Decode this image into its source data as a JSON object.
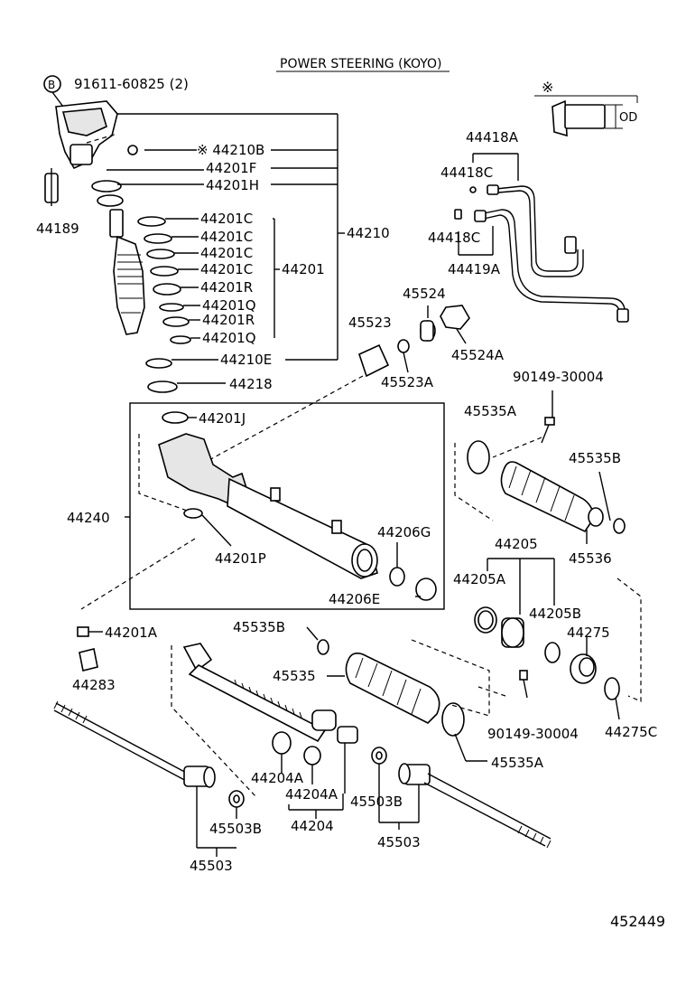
{
  "title": "POWER STEERING (KOYO)",
  "drawing_number": "452449",
  "note_symbol": "※",
  "od_label": "OD",
  "labels": {
    "p_91611": "91611-60825 (2)",
    "p_b_marker": "B",
    "p_44210B": "※ 44210B",
    "p_44201F": "44201F",
    "p_44201H": "44201H",
    "p_44189": "44189",
    "p_44201C_1": "44201C",
    "p_44201C_2": "44201C",
    "p_44201C_3": "44201C",
    "p_44201C_4": "44201C",
    "p_44201R_1": "44201R",
    "p_44201Q_1": "44201Q",
    "p_44201R_2": "44201R",
    "p_44201Q_2": "44201Q",
    "p_44201": "44201",
    "p_44210": "44210",
    "p_44210E": "44210E",
    "p_44218": "44218",
    "p_44418A": "44418A",
    "p_44418C_1": "44418C",
    "p_44418C_2": "44418C",
    "p_44419A": "44419A",
    "p_45524": "45524",
    "p_45523": "45523",
    "p_45524A": "45524A",
    "p_45523A": "45523A",
    "p_90149_1": "90149-30004",
    "p_44201J": "44201J",
    "p_45535A_1": "45535A",
    "p_45535B_1": "45535B",
    "p_44240": "44240",
    "p_44206G": "44206G",
    "p_44201P": "44201P",
    "p_44206E": "44206E",
    "p_45536": "45536",
    "p_44205": "44205",
    "p_44205A": "44205A",
    "p_44205B": "44205B",
    "p_44275": "44275",
    "p_44201A": "44201A",
    "p_45535B_2": "45535B",
    "p_44283": "44283",
    "p_45535": "45535",
    "p_90149_2": "90149-30004",
    "p_44275C": "44275C",
    "p_45535A_2": "45535A",
    "p_44204A_1": "44204A",
    "p_44204A_2": "44204A",
    "p_45503B_1": "45503B",
    "p_45503B_2": "45503B",
    "p_44204": "44204",
    "p_45503_1": "45503",
    "p_45503_2": "45503"
  }
}
